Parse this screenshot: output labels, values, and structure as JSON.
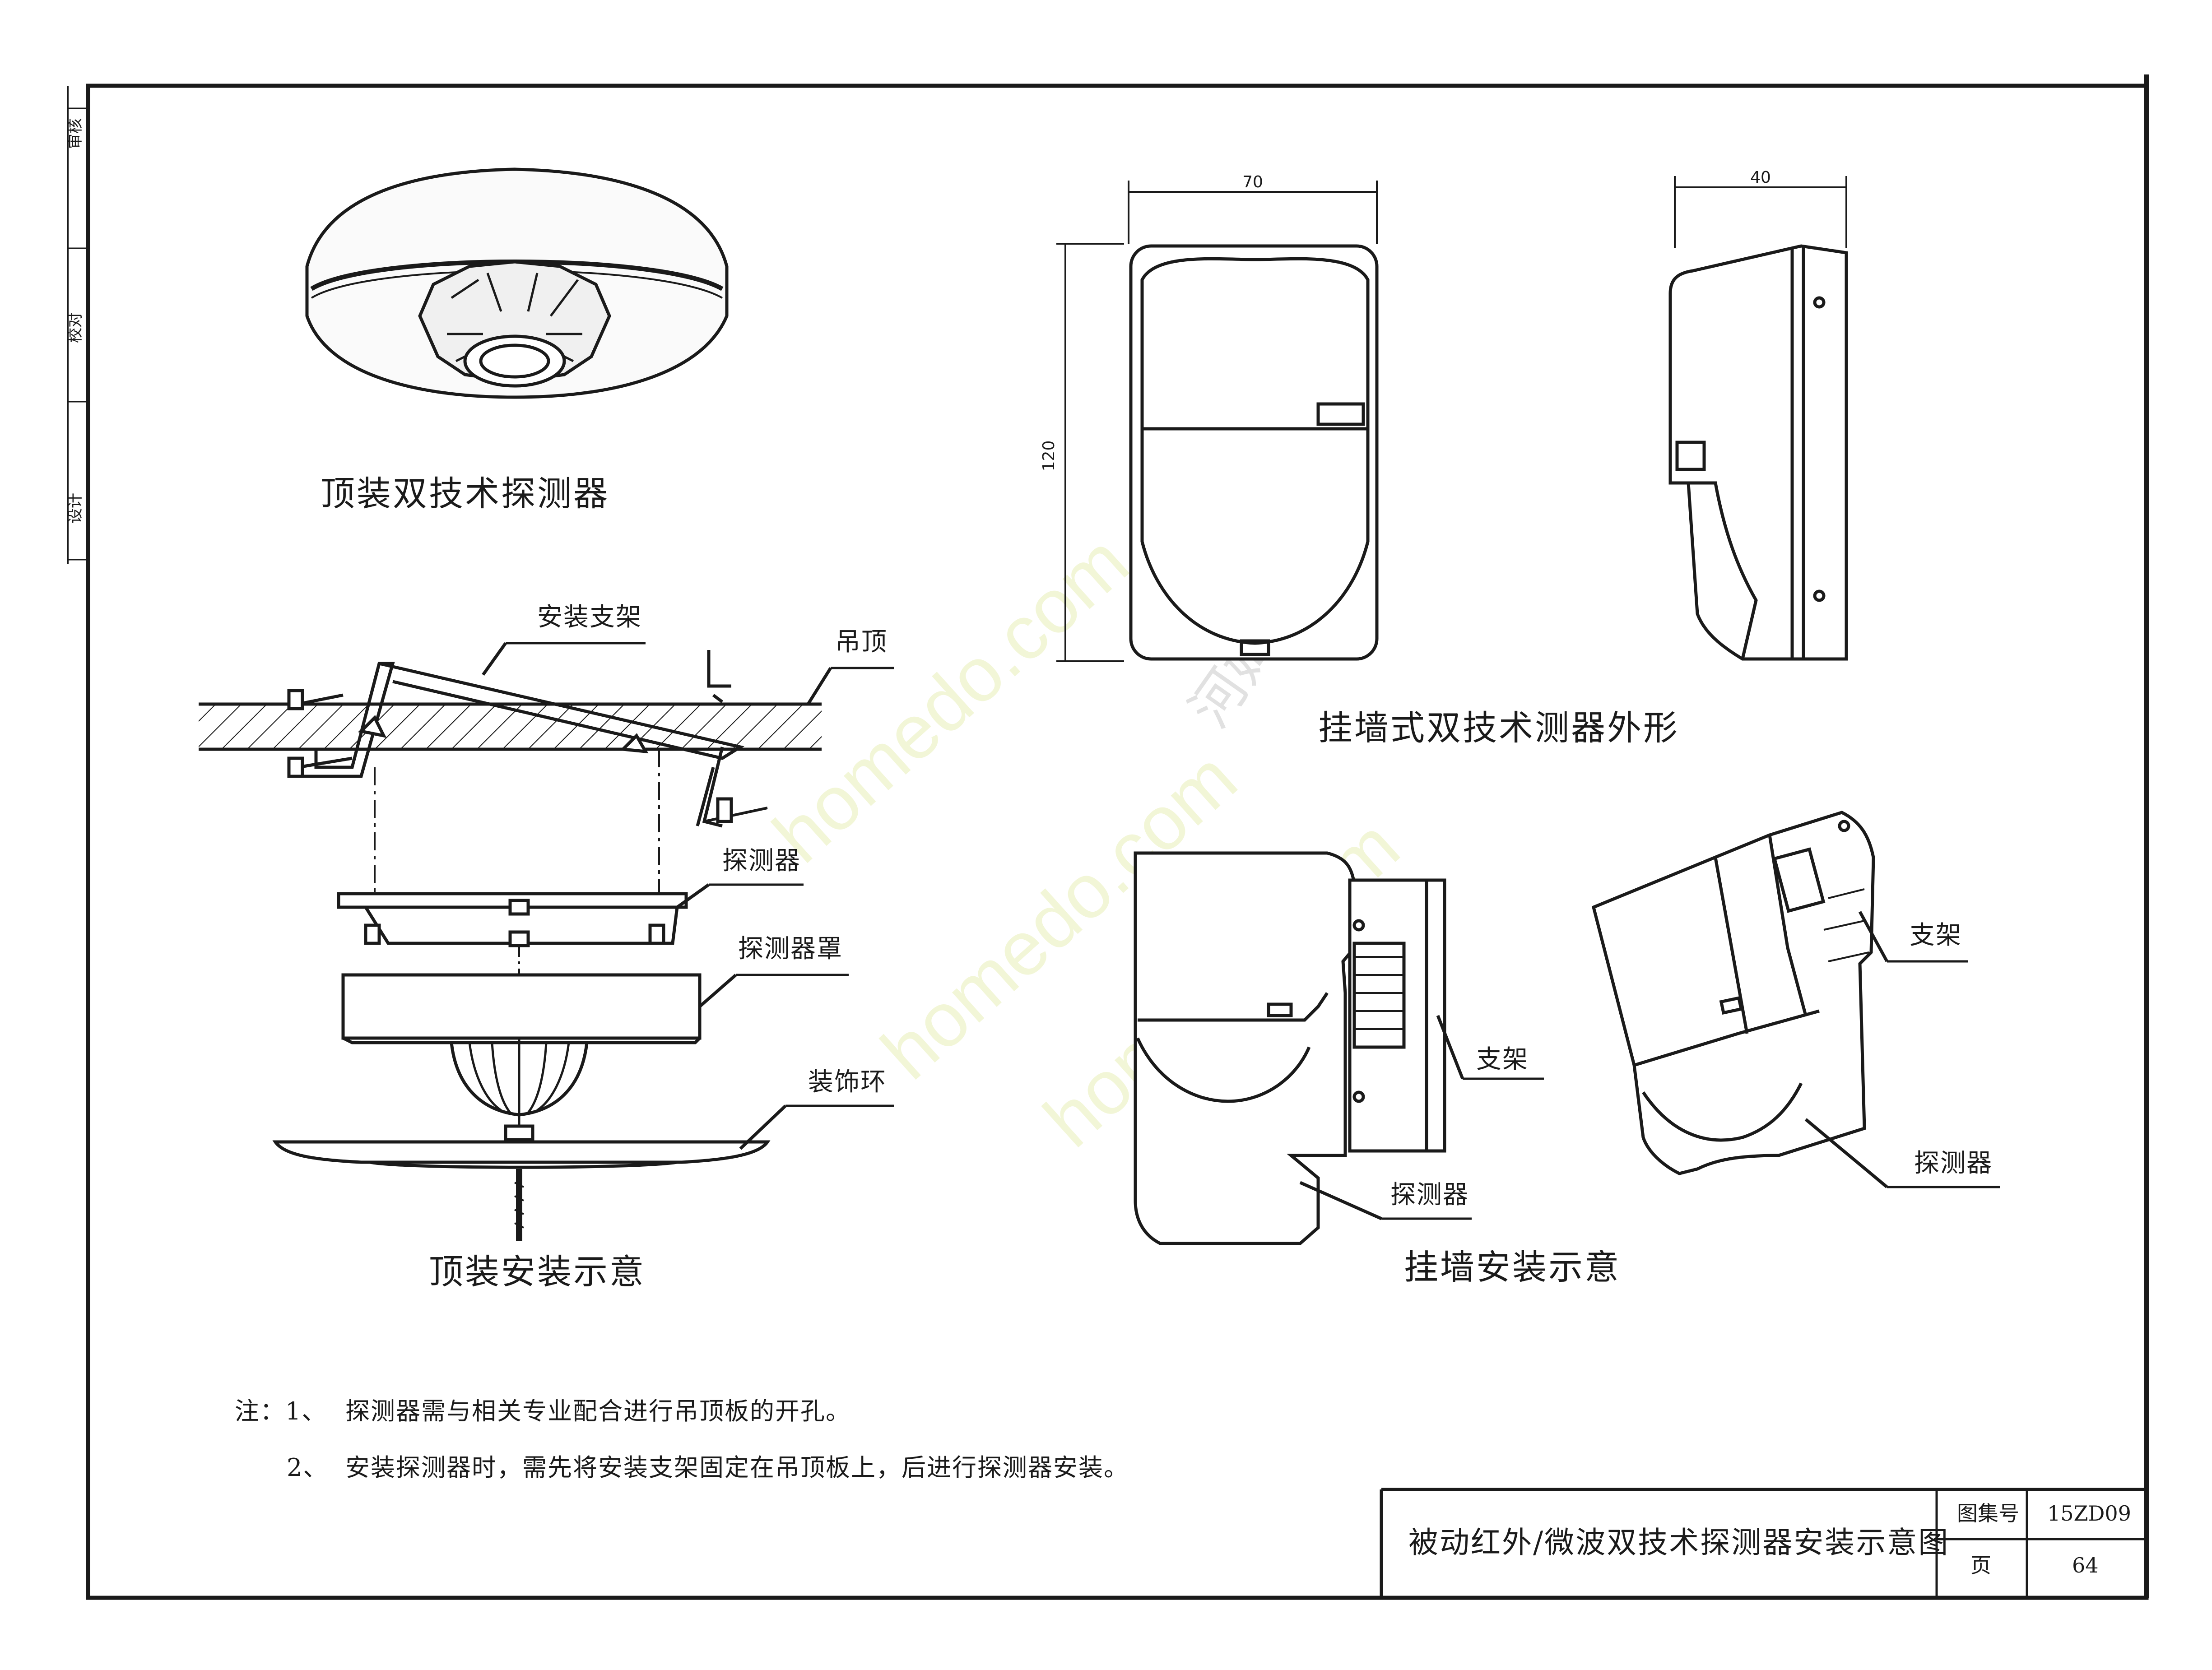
{
  "top_left": {
    "caption": "顶装双技术探测器"
  },
  "ceiling_install": {
    "caption": "顶装安装示意",
    "labels": {
      "bracket": "安装支架",
      "ceiling": "吊顶",
      "detector": "探测器",
      "cover": "探测器罩",
      "trim_ring": "装饰环"
    }
  },
  "wall_outline": {
    "caption": "挂墙式双技术测器外形",
    "dims": {
      "width": "70",
      "height": "120",
      "depth": "40"
    }
  },
  "wall_install": {
    "caption": "挂墙安装示意",
    "labels": {
      "bracket_left": "支架",
      "detector_left": "探测器",
      "bracket_right": "支架",
      "detector_right": "探测器"
    }
  },
  "notes": {
    "prefix": "注：1、",
    "note1": "探测器需与相关专业配合进行吊顶板的开孔。",
    "num2": "2、",
    "note2": "安装探测器时，需先将安装支架固定在吊顶板上，后进行探测器安装。"
  },
  "title_block": {
    "title": "被动红外/微波双技术探测器安装示意图",
    "atlas_label": "图集号",
    "atlas_no": "15ZD09",
    "page_label": "页",
    "page_no": "64"
  },
  "margin_marks": [
    "审核",
    "校对",
    "设计"
  ],
  "watermark": [
    "homedo.com",
    "河姆渡"
  ],
  "colors": {
    "ink": "#1a1a1a",
    "paper": "#ffffff",
    "watermark": "#f2f4c8"
  }
}
